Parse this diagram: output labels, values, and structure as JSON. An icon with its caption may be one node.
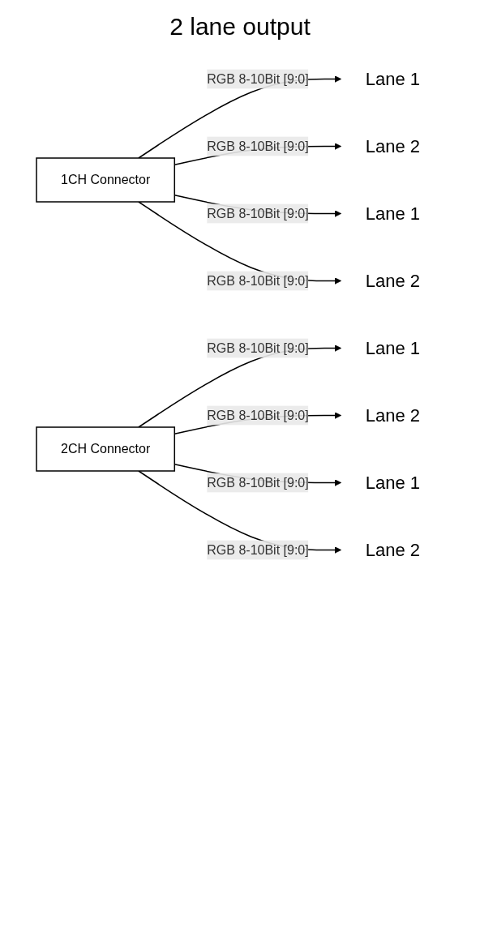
{
  "diagram": {
    "title": "2 lane output",
    "nodes": [
      {
        "text": [
          "1CH Connector"
        ]
      },
      {
        "text": [
          "Lane 1"
        ]
      },
      {
        "text": [
          "Lane 2"
        ]
      },
      {
        "text": [
          "Lane 1"
        ]
      },
      {
        "text": [
          "Lane 2"
        ]
      },
      {
        "text": [
          "2CH Connector"
        ]
      },
      {
        "text": [
          "Lane 1"
        ]
      },
      {
        "text": [
          "Lane 2"
        ]
      },
      {
        "text": [
          "Lane 1"
        ]
      },
      {
        "text": [
          "Lane 2"
        ]
      }
    ],
    "edges": [
      {
        "from": 0,
        "to": 1,
        "arrow": "to",
        "label": "RGB 8-10Bit [9:0]"
      },
      {
        "from": 0,
        "to": 2,
        "arrow": "to",
        "label": "RGB 8-10Bit [9:0]"
      },
      {
        "from": 0,
        "to": 3,
        "arrow": "to",
        "label": "RGB 8-10Bit [9:0]"
      },
      {
        "from": 0,
        "to": 4,
        "arrow": "to",
        "label": "RGB 8-10Bit [9:0]"
      },
      {
        "from": 5,
        "to": 6,
        "arrow": "to",
        "label": "RGB 8-10Bit [9:0]"
      },
      {
        "from": 5,
        "to": 7,
        "arrow": "to",
        "label": "RGB 8-10Bit [9:0]"
      },
      {
        "from": 5,
        "to": 8,
        "arrow": "to",
        "label": "RGB 8-10Bit [9:0]"
      },
      {
        "from": 5,
        "to": 9,
        "arrow": "to",
        "label": "RGB 8-10Bit [9:0]"
      }
    ]
  }
}
